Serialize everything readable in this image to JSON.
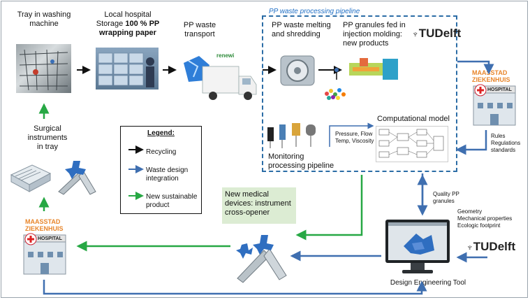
{
  "labels": {
    "tray": "Tray in washing\nmachine",
    "storage_prefix": "Local hospital\nStorage ",
    "storage_bold": "100 % PP\nwrapping paper",
    "transport": "PP waste\ntransport",
    "pipeline_title": "PP waste processing pipeline",
    "melting": "PP waste melting\nand shredding",
    "granules": "PP granules fed in\ninjection molding:\nnew products",
    "surgical": "Surgical\ninstruments\nin tray",
    "monitoring": "Monitoring\nprocessing pipeline",
    "computational": "Computational model",
    "pressure": "Pressure, Flow\nTemp, Viscosity",
    "rules": "Rules\nRegulations\nstandards",
    "quality": "Quality PP\ngranules",
    "geometry": "Geometry\nMechanical properties\nEcologic footprint",
    "new_devices": "New medical\ndevices: instrument\ncross-opener",
    "design_tool": "Design Engineering Tool",
    "renewi": "renewi",
    "hospital_sign": "HOSPITAL"
  },
  "logos": {
    "tudelft_1": "TUDelft",
    "tudelft_2": "TUDelft",
    "maasstad_1": "MAASSTAD\nZIEKENHUIS",
    "maasstad_2": "MAASSTAD\nZIEKENHUIS"
  },
  "legend": {
    "title": "Legend:",
    "recycling": "Recycling",
    "waste_design": "Waste design\nintegration",
    "sustainable": "New sustainable\nproduct"
  },
  "colors": {
    "recycling": "#111111",
    "waste_design": "#3f6fb0",
    "sustainable": "#27a844",
    "pipeline_border": "#2c6da6",
    "maasstad_orange": "#e8862b"
  }
}
